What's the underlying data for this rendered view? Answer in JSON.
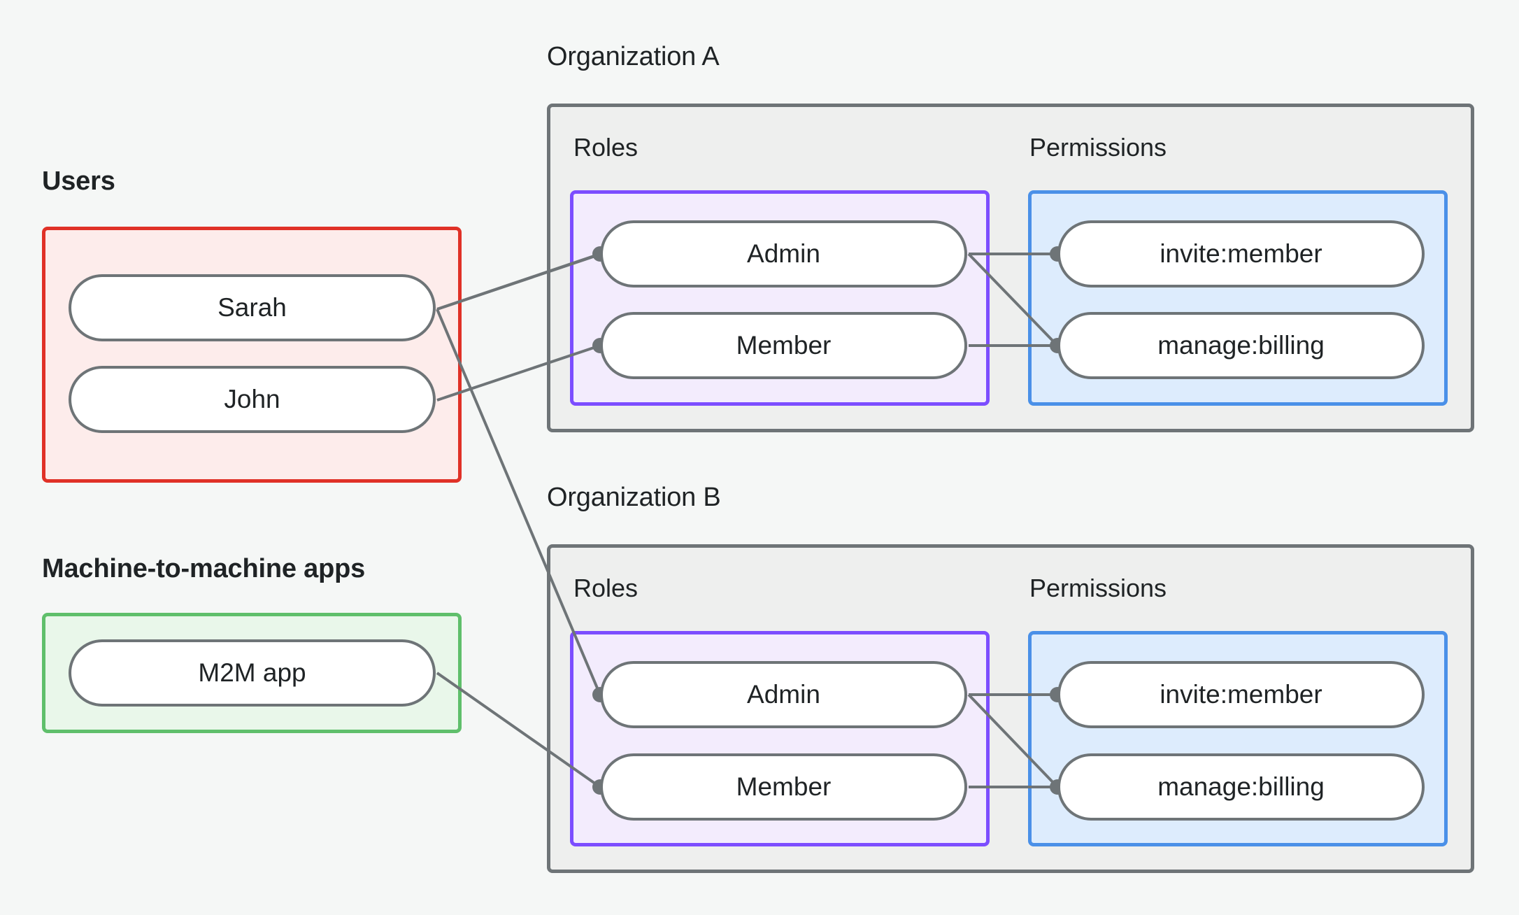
{
  "diagram": {
    "title_users": "Users",
    "title_m2m": "Machine-to-machine apps",
    "org_a_label": "Organization A",
    "org_b_label": "Organization B",
    "roles_label": "Roles",
    "permissions_label": "Permissions"
  },
  "colors": {
    "background": "#f5f7f6",
    "users_border": "#e03127",
    "users_fill": "#fdeceb",
    "m2m_border": "#5fbf6b",
    "m2m_fill": "#e9f7ea",
    "org_border": "#6e7477",
    "org_fill": "#eeefee",
    "roles_border": "#7c4dff",
    "roles_fill": "#f3ecfd",
    "perms_border": "#4a90e8",
    "perms_fill": "#ddecfd",
    "node_border": "#6e7477",
    "node_fill": "#ffffff",
    "edge": "#6e7477",
    "text": "#1f2325"
  },
  "users": {
    "label": "Users",
    "nodes": [
      {
        "id": "sarah",
        "label": "Sarah"
      },
      {
        "id": "john",
        "label": "John"
      }
    ]
  },
  "m2m": {
    "label": "Machine-to-machine apps",
    "nodes": [
      {
        "id": "m2m-app",
        "label": "M2M app"
      }
    ]
  },
  "org_a": {
    "label": "Organization A",
    "roles_label": "Roles",
    "permissions_label": "Permissions",
    "roles": [
      {
        "id": "a-admin",
        "label": "Admin"
      },
      {
        "id": "a-member",
        "label": "Member"
      }
    ],
    "permissions": [
      {
        "id": "a-invite",
        "label": "invite:member"
      },
      {
        "id": "a-billing",
        "label": "manage:billing"
      }
    ]
  },
  "org_b": {
    "label": "Organization B",
    "roles_label": "Roles",
    "permissions_label": "Permissions",
    "roles": [
      {
        "id": "b-admin",
        "label": "Admin"
      },
      {
        "id": "b-member",
        "label": "Member"
      }
    ],
    "permissions": [
      {
        "id": "b-invite",
        "label": "invite:member"
      },
      {
        "id": "b-billing",
        "label": "manage:billing"
      }
    ]
  },
  "edges": [
    {
      "from": "sarah",
      "to": "a-admin"
    },
    {
      "from": "sarah",
      "to": "b-admin"
    },
    {
      "from": "john",
      "to": "a-member"
    },
    {
      "from": "a-admin",
      "to": "a-invite"
    },
    {
      "from": "a-admin",
      "to": "a-billing"
    },
    {
      "from": "a-member",
      "to": "a-billing"
    },
    {
      "from": "m2m-app",
      "to": "b-member"
    },
    {
      "from": "b-admin",
      "to": "b-invite"
    },
    {
      "from": "b-admin",
      "to": "b-billing"
    },
    {
      "from": "b-member",
      "to": "b-billing"
    }
  ]
}
